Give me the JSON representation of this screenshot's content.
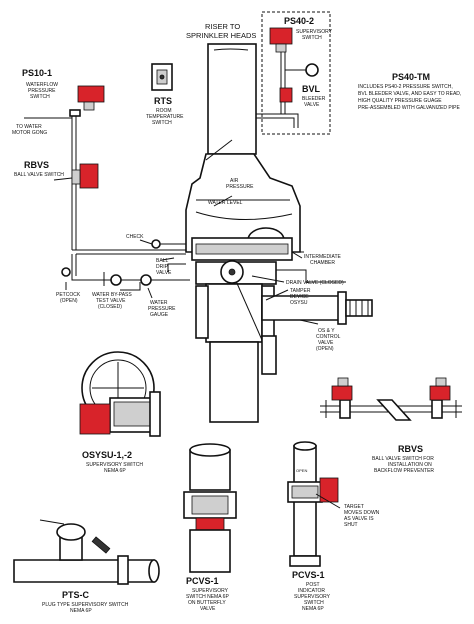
{
  "colors": {
    "accent_red": "#d8232a",
    "line": "#111111",
    "background": "#ffffff"
  },
  "riser": {
    "line1": "RISER TO",
    "line2": "SPRINKLER HEADS"
  },
  "ps402": {
    "title": "PS40-2",
    "lines": [
      "SUPERVISORY",
      "SWITCH"
    ]
  },
  "bvl": {
    "title": "BVL",
    "lines": [
      "BLEEDER",
      "VALVE"
    ]
  },
  "ps40tm": {
    "title": "PS40-TM",
    "lines": [
      "INCLUDES PS40-2 PRESSURE SWITCH,",
      "BVL BLEEDER VALVE, AND EASY TO READ,",
      "HIGH QUALITY PRESSURE GUAGE",
      "PRE-ASSEMBLED WITH GALVANIZED PIPE"
    ]
  },
  "ps101": {
    "title": "PS10-1",
    "lines": [
      "WATERFLOW",
      "PRESSURE",
      "SWITCH"
    ]
  },
  "motor_gong": {
    "lines": [
      "TO WATER",
      "MOTOR GONG"
    ]
  },
  "rts": {
    "title": "RTS",
    "lines": [
      "ROOM",
      "TEMPERATURE",
      "SWITCH"
    ]
  },
  "rbvs_left": {
    "title": "RBVS",
    "lines": [
      "BALL VALVE SWITCH"
    ]
  },
  "air_pressure": {
    "lines": [
      "AIR",
      "PRESSURE"
    ]
  },
  "water_level": "WATER LEVEL",
  "check": "CHECK",
  "ball_drip": {
    "lines": [
      "BALL",
      "DRIP",
      "VALVE"
    ]
  },
  "intermediate": {
    "lines": [
      "INTERMEDIATE",
      "CHAMBER"
    ]
  },
  "drain_valve": "DRAIN VALVE (CLOSED)",
  "tamper": {
    "lines": [
      "TAMPER",
      "DEVICE",
      "OSYSU"
    ]
  },
  "petcock": {
    "lines": [
      "PETCOCK",
      "(OPEN)"
    ]
  },
  "bypass": {
    "lines": [
      "WATER BY-PASS",
      "TEST VALVE",
      "(CLOSED)"
    ]
  },
  "water_gauge": {
    "lines": [
      "WATER",
      "PRESSURE",
      "GAUGE"
    ]
  },
  "osy": {
    "lines": [
      "OS & Y",
      "CONTROL",
      "VALVE",
      "(OPEN)"
    ]
  },
  "osysu": {
    "title": "OSYSU-1,-2",
    "lines": [
      "SUPERVISORY SWITCH",
      "NEMA 6P"
    ]
  },
  "rbvs_right": {
    "title": "RBVS",
    "lines": [
      "BALL VALVE SWITCH FOR",
      "INSTALLATION ON",
      "BACKFLOW PREVENTER"
    ]
  },
  "target": {
    "lines": [
      "TARGET",
      "MOVES DOWN",
      "AS VALVE IS",
      "SHUT"
    ]
  },
  "open_label": "OPEN",
  "ptsc": {
    "title": "PTS-C",
    "lines": [
      "PLUG TYPE SUPERVISORY SWITCH",
      "NEMA 6P"
    ]
  },
  "pcvs_bfly": {
    "title": "PCVS-1",
    "lines": [
      "SUPERVISORY",
      "SWITCH NEMA 6P",
      "ON BUTTERFLY",
      "VALVE"
    ]
  },
  "pcvs_post": {
    "title": "PCVS-1",
    "lines": [
      "POST",
      "INDICATOR",
      "SUPERVISORY",
      "SWITCH",
      "NEMA 6P"
    ]
  }
}
